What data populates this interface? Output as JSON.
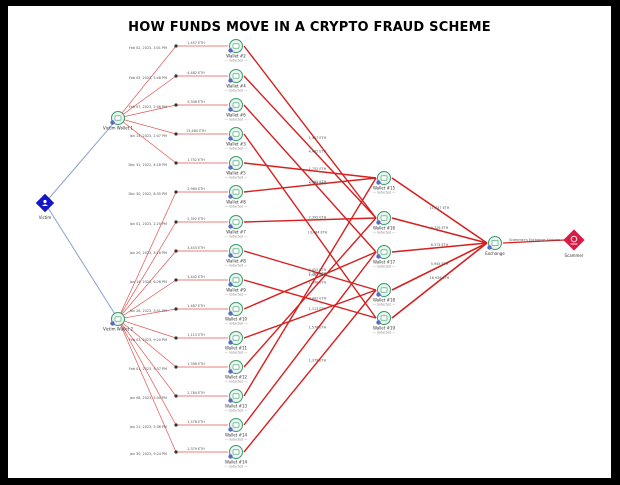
{
  "title": "HOW FUNDS MOVE IN A CRYPTO FRAUD SCHEME",
  "colors": {
    "flow": "#d62020",
    "flow_light": "#e35555",
    "link": "#8aa2c8",
    "victim": "#1515c8",
    "scammer": "#d81b45",
    "wallet_fill": "#e8f4ee",
    "wallet_stroke": "#3a9a6a"
  },
  "victim": {
    "label": "Victim",
    "icon": "person-icon"
  },
  "victim_wallets": [
    {
      "id": "vw1",
      "label": "Victim Wallet 1"
    },
    {
      "id": "vw2",
      "label": "Victim Wallet 2"
    }
  ],
  "transfers": [
    {
      "from": "vw1",
      "to": "w2",
      "date": "Feb 02, 2023, 3:01 PM",
      "amount": "1,457 ETH"
    },
    {
      "from": "vw1",
      "to": "w4",
      "date": "Feb 05, 2023, 3:48 PM",
      "amount": "4,482 ETH"
    },
    {
      "from": "vw1",
      "to": "w6",
      "date": "Feb 07, 2023, 2:46 PM",
      "amount": "5,308 ETH"
    },
    {
      "from": "vw1",
      "to": "w3",
      "date": "Jan 15, 2023, 2:07 PM",
      "amount": "13,484 ETH"
    },
    {
      "from": "vw1",
      "to": "w5",
      "date": "Dec 31, 2022, 4:18 PM",
      "amount": "1,752 ETH"
    },
    {
      "from": "vw2",
      "to": "w8",
      "date": "Dec 30, 2022, 8:35 PM",
      "amount": "2,960 ETH"
    },
    {
      "from": "vw2",
      "to": "w7",
      "date": "Jan 01, 2023, 2:25 PM",
      "amount": "2,392 ETH"
    },
    {
      "from": "vw2",
      "to": "w9",
      "date": "Jan 20, 2023, 3:18 PM",
      "amount": "3,453 ETH"
    },
    {
      "from": "vw2",
      "to": "w1",
      "date": "Jan 14, 2023, 6:26 PM",
      "amount": "3,442 ETH"
    },
    {
      "from": "vw2",
      "to": "w10",
      "date": "Jan 26, 2023, 3:51 PM",
      "amount": "1,487 ETH"
    },
    {
      "from": "vw2",
      "to": "w11",
      "date": "Feb 03, 2023, 9:20 PM",
      "amount": "1,113 ETH"
    },
    {
      "from": "vw2",
      "to": "w12",
      "date": "Feb 01, 2023, 5:37 PM",
      "amount": "1,398 ETH"
    },
    {
      "from": "vw2",
      "to": "w13",
      "date": "Jan 08, 2023, 5:00 PM",
      "amount": "2,784 ETH"
    },
    {
      "from": "vw2",
      "to": "w14",
      "date": "Jan 21, 2023, 5:36 PM",
      "amount": "1,578 ETH"
    },
    {
      "from": "vw2",
      "to": "w15",
      "date": "Jan 30, 2023, 9:24 PM",
      "amount": "1,379 ETH"
    }
  ],
  "wallets": [
    {
      "id": "w2",
      "label": "Wallet #2",
      "sub": "— redacted —"
    },
    {
      "id": "w4",
      "label": "Wallet #4",
      "sub": "— redacted —"
    },
    {
      "id": "w6",
      "label": "Wallet #6",
      "sub": "— redacted —"
    },
    {
      "id": "w3",
      "label": "Wallet #3",
      "sub": "— redacted —"
    },
    {
      "id": "w5",
      "label": "Wallet #5",
      "sub": "— redacted —"
    },
    {
      "id": "w8",
      "label": "Wallet #8",
      "sub": "— redacted —"
    },
    {
      "id": "w7",
      "label": "Wallet #7",
      "sub": "— redacted —"
    },
    {
      "id": "w9",
      "label": "Wallet #8",
      "sub": "— redacted —"
    },
    {
      "id": "w1",
      "label": "Wallet #9",
      "sub": "— redacted —"
    },
    {
      "id": "w10",
      "label": "Wallet #10",
      "sub": "— redacted —"
    },
    {
      "id": "w11",
      "label": "Wallet #11",
      "sub": "— redacted —"
    },
    {
      "id": "w12",
      "label": "Wallet #12",
      "sub": "— redacted —"
    },
    {
      "id": "w13",
      "label": "Wallet #13",
      "sub": "— redacted —"
    },
    {
      "id": "w14",
      "label": "Wallet #14",
      "sub": "— redacted —"
    },
    {
      "id": "w15",
      "label": "Wallet #14",
      "sub": "— redacted —"
    }
  ],
  "hubs": [
    {
      "id": "h15",
      "label": "Wallet #15",
      "sub": "— redacted —"
    },
    {
      "id": "h16",
      "label": "Wallet #16",
      "sub": "— redacted —"
    },
    {
      "id": "h17",
      "label": "Wallet #17",
      "sub": "— redacted —"
    },
    {
      "id": "h18",
      "label": "Wallet #18",
      "sub": "— redacted —"
    },
    {
      "id": "h19",
      "label": "Wallet #19",
      "sub": "— redacted —"
    }
  ],
  "consolidation": [
    {
      "from": "w2",
      "to": "h16",
      "amount": "1,457 ETH"
    },
    {
      "from": "w4",
      "to": "h16",
      "amount": "4,482 ETH"
    },
    {
      "from": "w6",
      "to": "h17",
      "amount": "5,308 ETH"
    },
    {
      "from": "w3",
      "to": "h19",
      "amount": "13,484 ETH"
    },
    {
      "from": "w5",
      "to": "h15",
      "amount": "1,752 ETH"
    },
    {
      "from": "w8",
      "to": "h15",
      "amount": "2,960 ETH"
    },
    {
      "from": "w7",
      "to": "h16",
      "amount": "2,392 ETH"
    },
    {
      "from": "w9",
      "to": "h18",
      "amount": "3,453 ETH"
    },
    {
      "from": "w1",
      "to": "h19",
      "amount": "3,442 ETH"
    },
    {
      "from": "w10",
      "to": "h17",
      "amount": "1,487 ETH"
    },
    {
      "from": "w11",
      "to": "h18",
      "amount": "1,113 ETH"
    },
    {
      "from": "w12",
      "to": "h16",
      "amount": "1,398 ETH"
    },
    {
      "from": "w13",
      "to": "h15",
      "amount": "2,784 ETH"
    },
    {
      "from": "w14",
      "to": "h17",
      "amount": "1,578 ETH"
    },
    {
      "from": "w15",
      "to": "h18",
      "amount": "1,379 ETH"
    }
  ],
  "to_exchange": [
    {
      "from": "h15",
      "amount": "11,457 ETH"
    },
    {
      "from": "h16",
      "amount": "9,729 ETH"
    },
    {
      "from": "h17",
      "amount": "8,373 ETH"
    },
    {
      "from": "h18",
      "amount": "5,945 ETH"
    },
    {
      "from": "h19",
      "amount": "16,926 ETH"
    }
  ],
  "exchange": {
    "label": "Exchange"
  },
  "scammer": {
    "label": "Scammer",
    "edge_label": "Scammer's Exchange Address",
    "icon": "scammer-icon"
  }
}
